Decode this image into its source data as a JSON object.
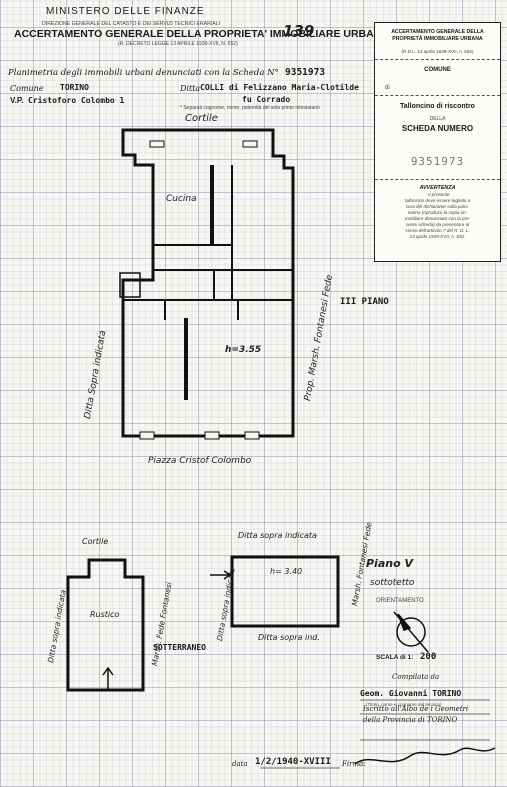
{
  "header": {
    "ministry": "MINISTERO DELLE FINANZE",
    "direction": "DIREZIONE GENERALE DEL CATASTO E DEI SERVIZI TECNICI ERARIALI",
    "title": "ACCERTAMENTO GENERALE DELLA PROPRIETA' IMMOBILIARE URBANA",
    "decree": "(R. DECRETO LEGGE 13 APRILE 1939-XVII, N. 652)",
    "handwritten_number": "139"
  },
  "form": {
    "planimetria_label": "Planimetria degli immobili urbani denunciati con la Scheda N°",
    "scheda_number": "9351973",
    "comune_label": "Comune",
    "comune_value": "TORINO",
    "ditta_label": "Ditta",
    "ditta_value": "COLLI di Felizzano Maria-Clotilde",
    "ditta_value2": "fu Corrado",
    "via_label": "V.P.",
    "via_value": "Cristoforo Colombo 1",
    "note_cognome": "* Separati cognome, nome, paternità del sola primo intestatario"
  },
  "ticket": {
    "title": "ACCERTAMENTO GENERALE DELLA PROPRIETÀ IMMOBILIARE URBANA",
    "decree": "(R.D.L. 13 aprile 1939-XVII, n. 652)",
    "comune_label": "COMUNE",
    "di_label": "di",
    "tagliando_label": "Talloncino di riscontro",
    "della_label": "DELLA",
    "scheda_label": "SCHEDA NUMERO",
    "scheda_number": "9351973",
    "avvertenza_title": "AVVERTENZA",
    "avvertenza_text": [
      "- Il presente",
      "talloncino deve essere tagliato a",
      "cura del dichiarante sulla piani-",
      "metria (riproduce la copia im-",
      "mobiliare denunciata con la pre-",
      "sente scheda) da presentare al",
      "senso dell'articolo 7 del R. D. L.",
      "13 aprile 1939-XVII, n. 652."
    ]
  },
  "plan_upper": {
    "cortile": "Cortile",
    "cucina": "Cucina",
    "height": "h=3.55",
    "left_side": "Ditta Sopra indicata",
    "right_side": "Prop. Marsh. Fontanesi Fede",
    "piano": "III PIANO",
    "piazza": "Piazza Cristof Colombo"
  },
  "plan_lower": {
    "cortile": "Cortile",
    "ditta_top": "Ditta sopra indicata",
    "ditta_left": "Ditta sopra indicata",
    "ditta_mid": "Ditta sopra indicata",
    "ditta_bottom": "Ditta sopra ind.",
    "marsh_left": "Marsh. Fede Fontanesi",
    "marsh_right": "Marsh. Fontanesi Fede",
    "room_label": "Rustico",
    "height": "h= 3.40",
    "sotterraneo": "SOTTERRANEO",
    "piano_v": "Piano V",
    "sottotetto": "sottotetto",
    "orientamento": "ORIENTAMENTO"
  },
  "footer": {
    "scala_label": "SCALA di 1:",
    "scala_value": "200",
    "compilata": "Compilata da",
    "geom": "Geom. Giovanni TORINO",
    "titolo_note": "(Titolo, nome e cognome del tecnico)",
    "iscritto": "Iscritto all'Albo de i Geometri",
    "provincia": "della Provincia di TORINO",
    "data_label": "data",
    "data_value": "1/2/1940-XVIII",
    "firma_label": "Firma:"
  }
}
